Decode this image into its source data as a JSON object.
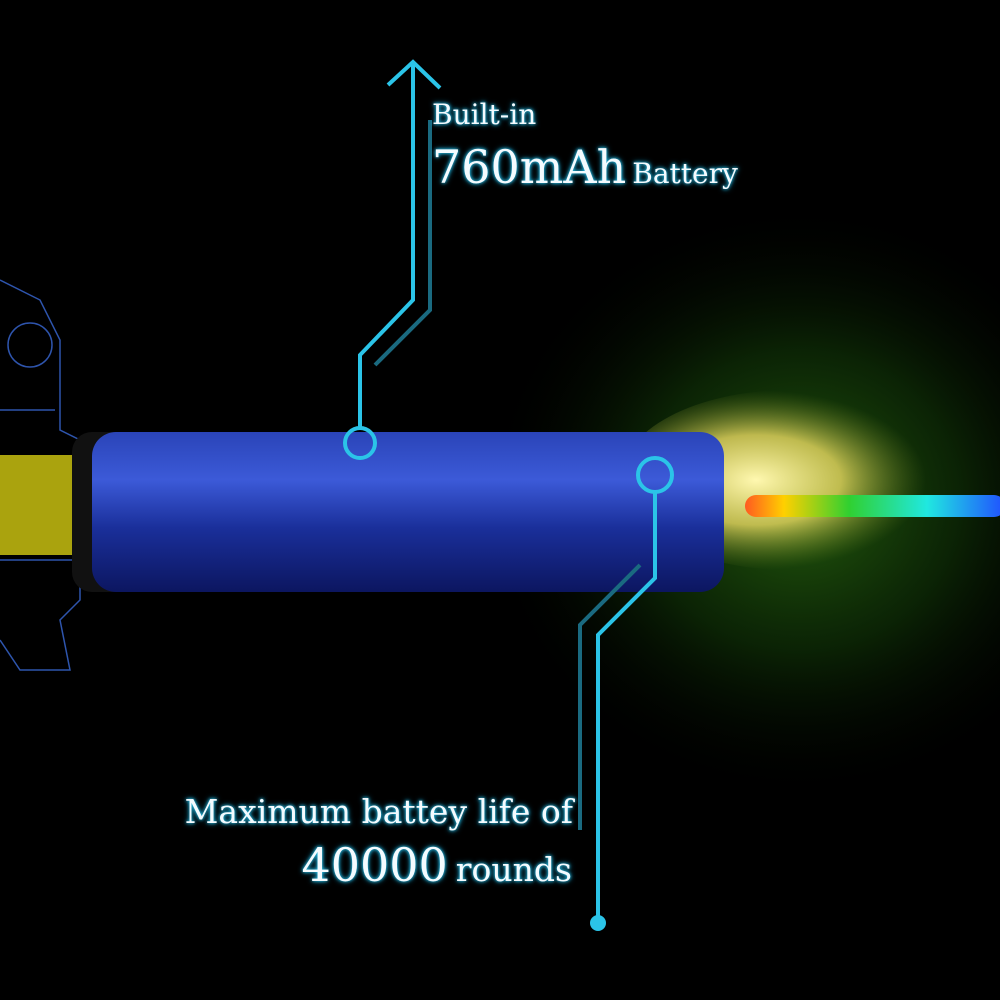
{
  "callout_top": {
    "line1": "Built-in",
    "capacity": "760mAh",
    "label": "Battery"
  },
  "callout_bottom": {
    "line1": "Maximum battey life of",
    "count": "40000",
    "label": "rounds"
  },
  "colors": {
    "accent": "#2bc4e8",
    "battery": "#1a2f9a",
    "background": "#000000"
  }
}
